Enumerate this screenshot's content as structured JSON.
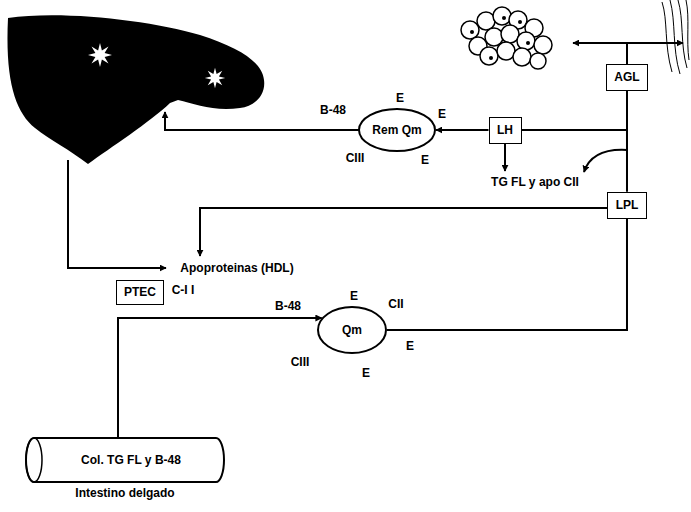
{
  "diagram": {
    "nodes": [
      {
        "text": [
          "AGL"
        ]
      },
      {
        "text": [
          "Rem Qm"
        ]
      },
      {
        "text": [
          "LH"
        ]
      },
      {
        "text": [
          "LPL"
        ]
      },
      {
        "text": [
          "PTEC"
        ]
      },
      {
        "text": [
          "Qm"
        ]
      },
      {
        "text": [
          "Col. TG FL y B-48",
          "Intestino delgado"
        ]
      }
    ],
    "edges": [
      {
        "from": 6,
        "to": 5,
        "arrow": "to"
      },
      {
        "from": 5,
        "to": 3,
        "arrow": "none"
      },
      {
        "from": 3,
        "to": 0,
        "arrow": "none"
      },
      {
        "from": 3,
        "to": 2,
        "arrow": "none"
      },
      {
        "from": 2,
        "to": 1,
        "arrow": "to"
      }
    ],
    "labels": [
      "E",
      "B-48",
      "E",
      "CIII",
      "E",
      "TG FL y apo CII",
      "C-I I",
      "E",
      "B-48",
      "CII",
      "Apoproteinas (HDL)",
      "CIII",
      "E",
      "E"
    ]
  }
}
